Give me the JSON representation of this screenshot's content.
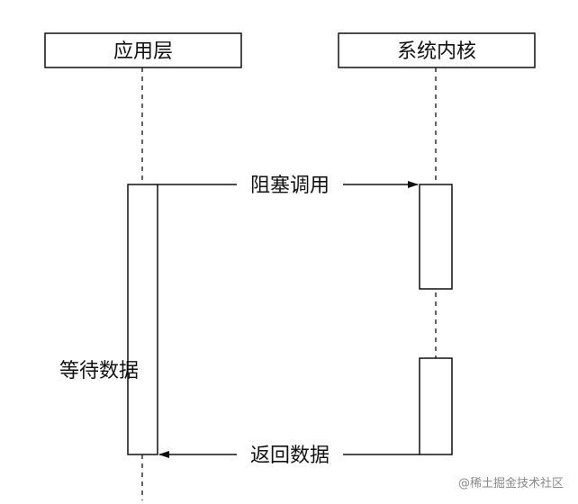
{
  "participants": {
    "app": {
      "label": "应用层"
    },
    "kernel": {
      "label": "系统内核"
    }
  },
  "messages": {
    "call": {
      "label": "阻塞调用"
    },
    "return": {
      "label": "返回数据"
    }
  },
  "notes": {
    "wait": {
      "label": "等待数据"
    }
  },
  "watermark": {
    "label": "@稀土掘金技术社区"
  },
  "colors": {
    "stroke": "#111111",
    "fill": "#ffffff",
    "watermark": "#8a8a8a"
  }
}
